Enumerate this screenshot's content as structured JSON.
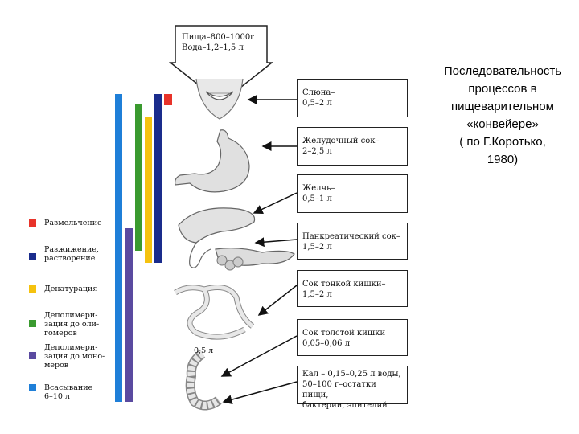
{
  "top_label": {
    "line1": "Пища–800–1000г",
    "line2": "Вода–1,2–1,5 л"
  },
  "secretions": [
    {
      "line1": "Слюна–",
      "line2": "0,5–2 л"
    },
    {
      "line1": "Желудочный сок–",
      "line2": "2–2,5 л"
    },
    {
      "line1": "Желчь–",
      "line2": "0,5–1 л"
    },
    {
      "line1": "Панкреатический сок–",
      "line2": "1,5–2 л"
    },
    {
      "line1": "Сок тонкой кишки–",
      "line2": "1,5–2 л"
    },
    {
      "line1": "Сок толстой кишки",
      "line2": "0,05–0,06 л"
    },
    {
      "line1": "Кал – 0,15–0,25 л воды,",
      "line2": "50–100 г–остатки пищи,",
      "line3": "бактерии, эпителий"
    }
  ],
  "colon_label": "0,5 л",
  "legend": [
    {
      "text": "Размельчение",
      "color": "#e8332a"
    },
    {
      "text": "Разжижение, растворение",
      "color": "#1a2c8c"
    },
    {
      "text": "Денатурация",
      "color": "#f5c20f"
    },
    {
      "text": "Деполимери- зация до оли- гомеров",
      "color": "#3a9a2f"
    },
    {
      "text": "Деполимери- зация до моно- меров",
      "color": "#5a4aa0"
    },
    {
      "text": "Всасывание 6–10 л",
      "color": "#1f7fd8"
    }
  ],
  "title": {
    "line1": "Последовательность",
    "line2": "процессов в",
    "line3": "пищеварительном",
    "line4": "«конвейере»",
    "line5": "( по Г.Коротько,",
    "line6": "1980)"
  }
}
